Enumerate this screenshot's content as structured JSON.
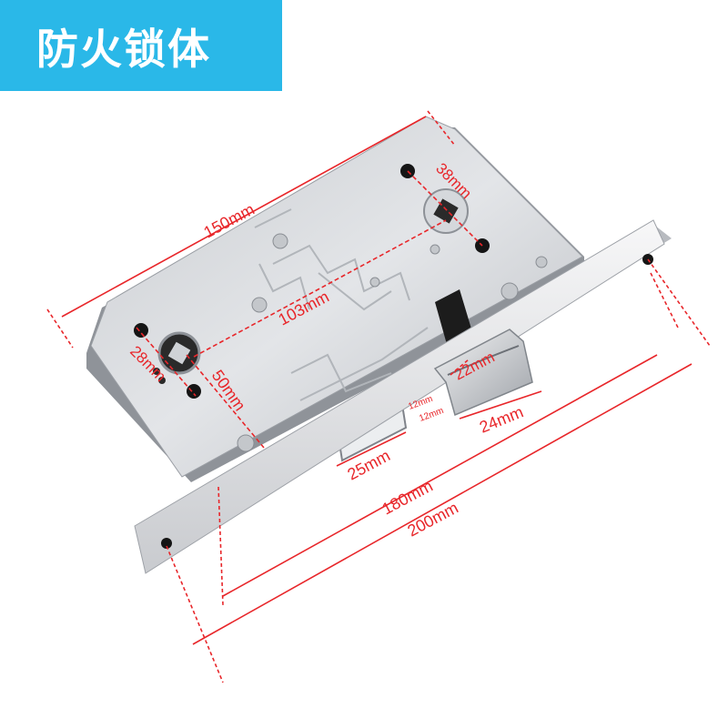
{
  "banner": {
    "title": "防火锁体",
    "color": "#2ab8e8"
  },
  "dimension_color": "#e8262a",
  "dimensions": {
    "width_150": "150mm",
    "spacing_38": "38mm",
    "spacing_103": "103mm",
    "spacing_28": "28mm",
    "spacing_50": "50mm",
    "latch_22": "22mm",
    "latch_12a": "12mm",
    "latch_12b": "12mm",
    "latch_24": "24mm",
    "bolt_25": "25mm",
    "faceplate_180": "180mm",
    "faceplate_200": "200mm"
  }
}
